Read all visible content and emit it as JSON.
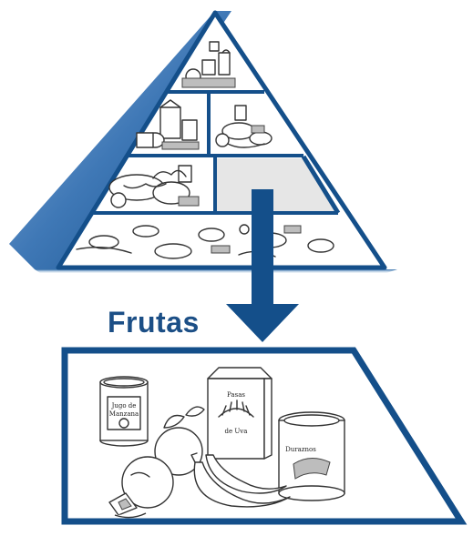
{
  "figure": {
    "food_group_label": "Frutas"
  },
  "colors": {
    "pyramid_outline": "#144f8a",
    "pyramid_edge_shade": "#3f78b6",
    "highlight_cell": "#e6e6e6",
    "arrow": "#144f8a",
    "label": "#1c4f86"
  },
  "icons": {
    "pyramid": "food-pyramid",
    "arrow": "down-arrow",
    "fruit_panel": "fruit-group-illustration"
  }
}
